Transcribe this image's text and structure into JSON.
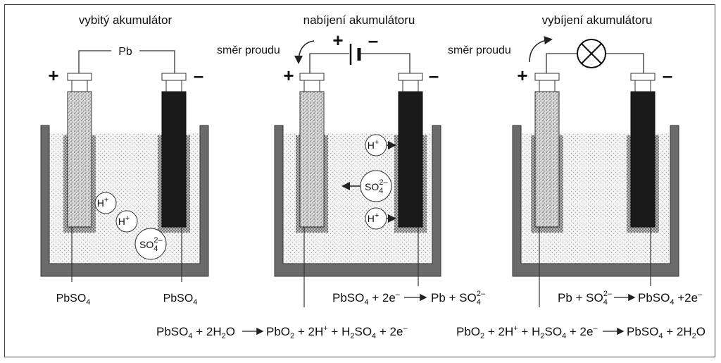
{
  "panels": [
    {
      "title": "vybitý akumulátor",
      "wire_label": "Pb",
      "positive_sign": "+",
      "negative_sign": "–",
      "left_electrode_label": "PbSO",
      "left_electrode_sub": "4",
      "right_electrode_label": "PbSO",
      "right_electrode_sub": "4",
      "ions": [
        {
          "base": "H",
          "sup": "+",
          "sub": ""
        },
        {
          "base": "H",
          "sup": "+",
          "sub": ""
        },
        {
          "base": "SO",
          "sup": "2–",
          "sub": "4"
        }
      ]
    },
    {
      "title": "nabíjení akumulátoru",
      "current_label": "směr proudu",
      "battery_plus": "+",
      "battery_minus": "–",
      "positive_sign": "+",
      "negative_sign": "–",
      "ions": [
        {
          "base": "H",
          "sup": "+",
          "sub": ""
        },
        {
          "base": "SO",
          "sup": "2–",
          "sub": "4"
        },
        {
          "base": "H",
          "sup": "+",
          "sub": ""
        }
      ],
      "cathode_equation": {
        "a": "PbSO",
        "a_sub": "4",
        "b": " + 2e",
        "b_sup": "–",
        "c": "Pb + SO",
        "c_sub": "4",
        "c_sup": "2–"
      }
    },
    {
      "title": "vybíjení akumulátoru",
      "current_label": "směr proudu",
      "positive_sign": "+",
      "negative_sign": "–",
      "cathode_equation": {
        "a": "Pb + SO",
        "a_sub": "4",
        "a_sup": "2–",
        "c": "PbSO",
        "c_sub": "4",
        "d": " +2e",
        "d_sup": "–"
      }
    }
  ],
  "anode_equation_charge": {
    "a": "PbSO",
    "a_sub": "4",
    "b": " + 2H",
    "b_sub": "2",
    "c": "O",
    "d": "PbO",
    "d_sub": "2",
    "e": " + 2H",
    "e_sup": "+",
    "f": " + H",
    "f_sub": "2",
    "g": "SO",
    "g_sub": "4",
    "h": " + 2e",
    "h_sup": "–"
  },
  "anode_equation_discharge": {
    "a": "PbO",
    "a_sub": "2",
    "b": " + 2H",
    "b_sup": "+",
    "c": " + H",
    "c_sub": "2",
    "d": "SO",
    "d_sub": "4",
    "e": " + 2e",
    "e_sup": "–",
    "f": "PbSO",
    "f_sub": "4",
    "g": " + 2H",
    "g_sub": "2",
    "h": "O"
  },
  "colors": {
    "vessel": "#6b6b6b",
    "electrolyte_dot": "#b9b9b9",
    "positive_plate": "#cfcfcf",
    "negative_plate": "#1a1a1a",
    "line": "#333333"
  }
}
